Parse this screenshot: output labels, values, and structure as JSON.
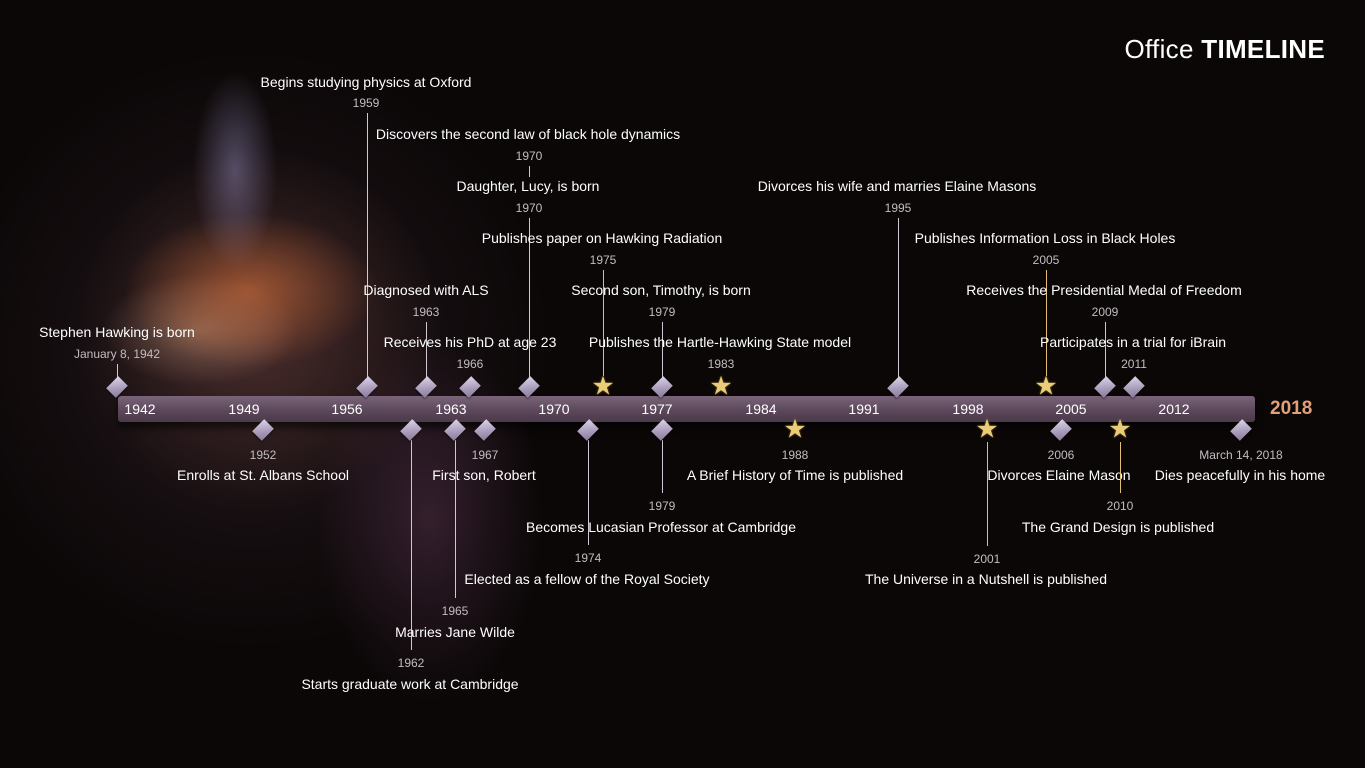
{
  "brand": {
    "office": "Office",
    "timeline": "TIMELINE"
  },
  "axis": {
    "years": [
      "1942",
      "1949",
      "1956",
      "1963",
      "1970",
      "1977",
      "1984",
      "1991",
      "1998",
      "2005",
      "2012"
    ],
    "end_year": "2018",
    "end_color": "#e0a07a",
    "bar_color": "#5a4658"
  },
  "events": [
    {
      "title": "Stephen Hawking is born",
      "date": "January 8, 1942",
      "marker": "diamond",
      "side": "above"
    },
    {
      "title": "Begins studying physics at Oxford",
      "date": "1959",
      "marker": "diamond",
      "side": "above"
    },
    {
      "title": "Discovers the second law of black hole dynamics",
      "date": "1970",
      "marker": "diamond",
      "side": "above"
    },
    {
      "title": "Daughter, Lucy, is born",
      "date": "1970",
      "marker": "diamond",
      "side": "above"
    },
    {
      "title": "Publishes paper on Hawking Radiation",
      "date": "1975",
      "marker": "star",
      "side": "above"
    },
    {
      "title": "Diagnosed with ALS",
      "date": "1963",
      "marker": "diamond",
      "side": "above"
    },
    {
      "title": "Receives his PhD at age 23",
      "date": "1966",
      "marker": "diamond",
      "side": "above"
    },
    {
      "title": "Second son, Timothy, is born",
      "date": "1979",
      "marker": "diamond",
      "side": "above"
    },
    {
      "title": "Publishes the Hartle-Hawking State model",
      "date": "1983",
      "marker": "star",
      "side": "above"
    },
    {
      "title": "Divorces his wife and marries Elaine Masons",
      "date": "1995",
      "marker": "diamond",
      "side": "above"
    },
    {
      "title": "Publishes Information Loss in Black Holes",
      "date": "2005",
      "marker": "star",
      "side": "above"
    },
    {
      "title": "Receives the Presidential Medal of Freedom",
      "date": "2009",
      "marker": "diamond",
      "side": "above"
    },
    {
      "title": "Participates in a trial for iBrain",
      "date": "2011",
      "marker": "diamond",
      "side": "above"
    },
    {
      "title": "Enrolls at St. Albans School",
      "date": "1952",
      "marker": "diamond",
      "side": "below"
    },
    {
      "title": "Starts graduate work at Cambridge",
      "date": "1962",
      "marker": "diamond",
      "side": "below"
    },
    {
      "title": "Marries Jane Wilde",
      "date": "1965",
      "marker": "diamond",
      "side": "below"
    },
    {
      "title": "First son, Robert",
      "date": "1967",
      "marker": "diamond",
      "side": "below"
    },
    {
      "title": "Elected as a fellow of the Royal Society",
      "date": "1974",
      "marker": "diamond",
      "side": "below"
    },
    {
      "title": "Becomes Lucasian Professor at Cambridge",
      "date": "1979",
      "marker": "diamond",
      "side": "below"
    },
    {
      "title": "A Brief History of Time is published",
      "date": "1988",
      "marker": "star",
      "side": "below"
    },
    {
      "title": "The Universe in a Nutshell is published",
      "date": "2001",
      "marker": "star",
      "side": "below"
    },
    {
      "title": "Divorces Elaine Mason",
      "date": "2006",
      "marker": "diamond",
      "side": "below"
    },
    {
      "title": "The Grand Design is published",
      "date": "2010",
      "marker": "star",
      "side": "below"
    },
    {
      "title": "Dies peacefully in his home",
      "date": "March 14, 2018",
      "marker": "diamond",
      "side": "below"
    }
  ]
}
